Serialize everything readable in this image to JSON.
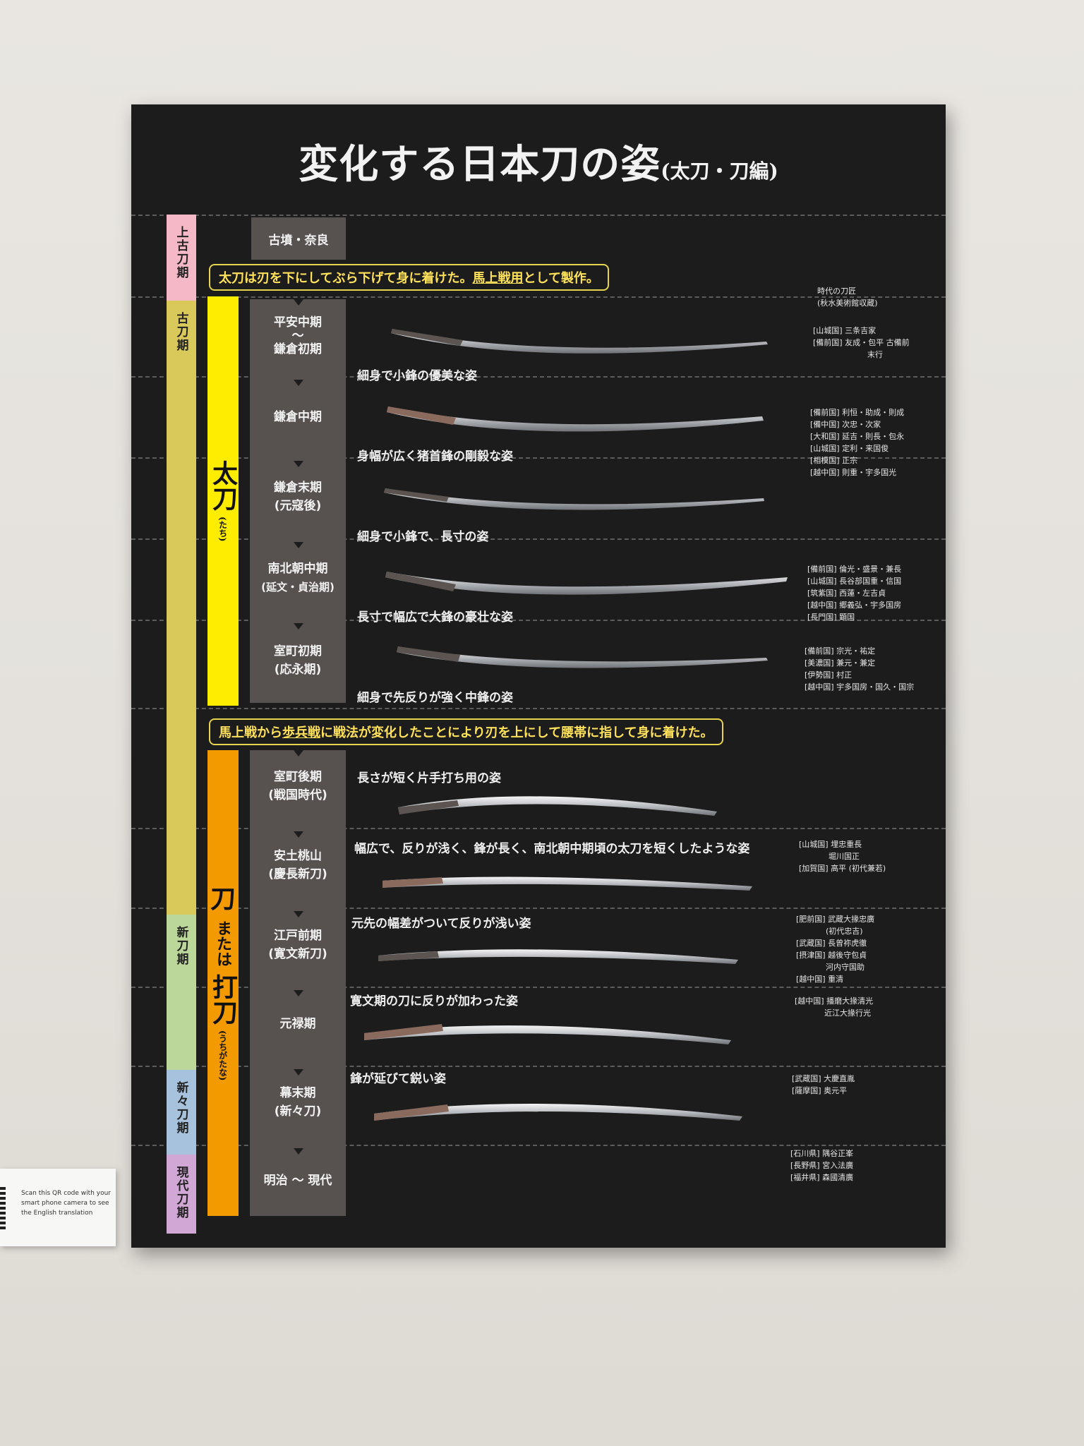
{
  "title": "変化する日本刀の姿",
  "subtitle": "(太刀・刀編)",
  "eras": [
    {
      "label": "上古刀期",
      "color": "#f4b8c6"
    },
    {
      "label": "古刀期",
      "color": "#d8c95a"
    },
    {
      "label": "新刀期",
      "color": "#bcd79a"
    },
    {
      "label": "新々刀期",
      "color": "#a7c2dd"
    },
    {
      "label": "現代刀期",
      "color": "#d1a7d6"
    }
  ],
  "types": {
    "tachi": {
      "label": "太刀",
      "reading": "(たち)",
      "color": "#ffed00"
    },
    "katana": {
      "label_a": "刀",
      "or": "または",
      "label_b": "打刀",
      "reading": "(うちがたな)",
      "color": "#f39a00"
    }
  },
  "notes": {
    "tachi": {
      "before": "太刀は刃を下にしてぶら下げて身に着けた。",
      "underlined": "馬上戦用",
      "after": "として製作。"
    },
    "katana": {
      "a": "馬上戦から",
      "u": "歩兵戦",
      "b": "に戦法が変化したことにより刃を上にして腰帯に指して身に着けた。"
    }
  },
  "top_period": "古墳・奈良",
  "periods": [
    {
      "l1": "平安中期",
      "l2": "〜",
      "l3": "鎌倉初期"
    },
    {
      "l1": "鎌倉中期",
      "l2": "",
      "l3": ""
    },
    {
      "l1": "鎌倉末期",
      "l2": "(元寇後)",
      "l3": ""
    },
    {
      "l1": "南北朝中期",
      "l2": "(延文・貞治期)",
      "l3": ""
    },
    {
      "l1": "室町初期",
      "l2": "(応永期)",
      "l3": ""
    },
    {
      "l1": "室町後期",
      "l2": "(戦国時代)",
      "l3": ""
    },
    {
      "l1": "安土桃山",
      "l2": "(慶長新刀)",
      "l3": ""
    },
    {
      "l1": "江戸前期",
      "l2": "(寛文新刀)",
      "l3": ""
    },
    {
      "l1": "元禄期",
      "l2": "",
      "l3": ""
    },
    {
      "l1": "幕末期",
      "l2": "(新々刀)",
      "l3": ""
    },
    {
      "l1": "明治 〜 現代",
      "l2": "",
      "l3": ""
    }
  ],
  "descriptions": [
    "細身で小鋒の優美な姿",
    "身幅が広く猪首鋒の剛毅な姿",
    "細身で小鋒で、長寸の姿",
    "長寸で幅広で大鋒の豪壮な姿",
    "細身で先反りが強く中鋒の姿",
    "長さが短く片手打ち用の姿",
    "幅広で、反りが浅く、鋒が長く、南北朝中期頃の太刀を短くしたような姿",
    "元先の幅差がついて反りが浅い姿",
    "寛文期の刀に反りが加わった姿",
    "鋒が延びて鋭い姿"
  ],
  "smiths": {
    "header": "時代の刀匠\n(秋水美術館収蔵)",
    "s1": "[山城国] 三条吉家\n[備前国] 友成・包平 古備前\n                      末行",
    "s2": "[備前国] 利恒・助成・則成\n[備中国] 次忠・次家\n[大和国] 延吉・則長・包永\n[山城国] 定利・来国俊\n[相模国] 正宗\n[越中国] 則重・宇多国光",
    "s4": "[備前国] 倫光・盛景・兼長\n[山城国] 長谷部国重・信国\n[筑紫国] 西蓮・左吉貞\n[越中国] 郷義弘・宇多国房\n[長門国] 顕国",
    "s5": "[備前国] 宗光・祐定\n[美濃国] 兼元・兼定\n[伊勢国] 村正\n[越中国] 宇多国房・国久・国宗",
    "s7": "[山城国] 埋忠重長\n            堀川国正\n[加賀国] 高平 (初代兼若)",
    "s8": "[肥前国] 武蔵大掾忠廣\n            (初代忠吉)\n[武蔵国] 長曾祢虎徹\n[摂津国] 越後守包貞\n            河内守国助\n[越中国] 重清",
    "s9": "[越中国] 播磨大掾清光\n            近江大掾行光",
    "s10": "[武蔵国] 大慶直胤\n[薩摩国] 奥元平",
    "s11": "[石川県] 隅谷正峯\n[長野県] 宮入法廣\n[福井県] 森國清廣"
  },
  "qr_card": "Scan this QR code with your smart phone camera to see the English translation"
}
